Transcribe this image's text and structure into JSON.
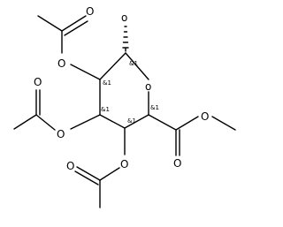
{
  "diagram": {
    "atoms": {
      "hydroxyl": "o",
      "ring_oxygen": "o",
      "acetate_top_ester_o": "O",
      "acetate_top_carbonyl_o": "O",
      "acetate_mid_ester_o": "O",
      "acetate_mid_carbonyl_o": "O",
      "acetate_bottom_ester_o": "O",
      "acetate_bottom_carbonyl_o": "O",
      "methyl_ester_o": "O",
      "methyl_ester_carbonyl_o": "O"
    },
    "stereo_labels": {
      "c1": "&1",
      "c2": "&1",
      "c3": "&1",
      "c4": "&1",
      "c5": "&1"
    }
  }
}
